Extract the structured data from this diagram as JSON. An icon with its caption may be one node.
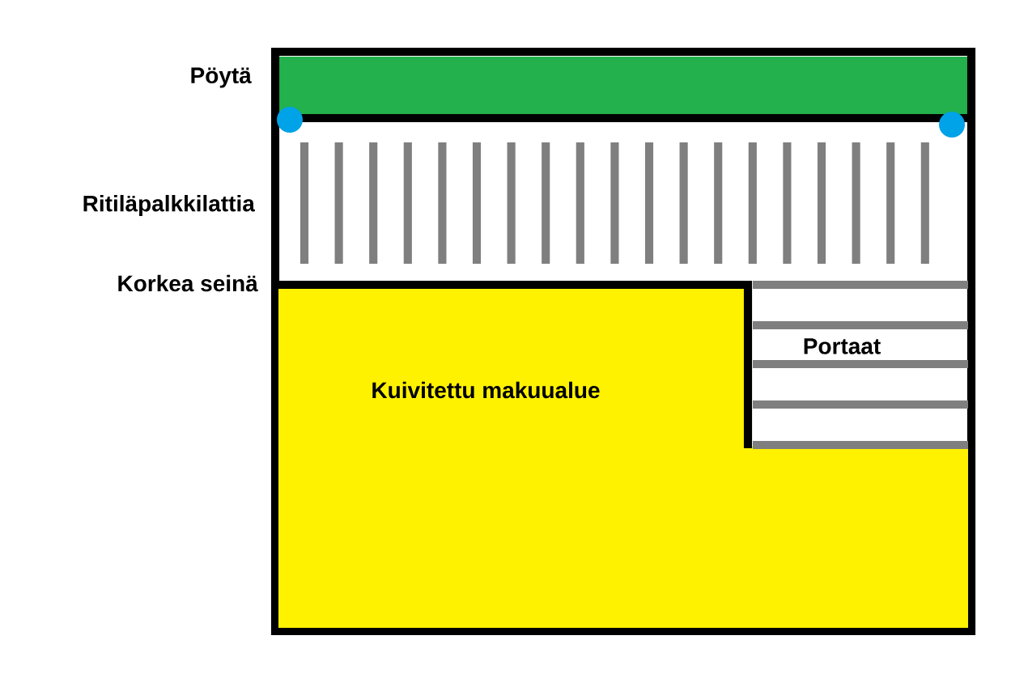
{
  "diagram": {
    "nodes": [
      {
        "text": [
          "Pöytä"
        ]
      },
      {
        "text": [
          "Kuivitettu makuualue"
        ]
      },
      {
        "text": [
          "Portaat"
        ]
      }
    ],
    "labels": [
      "Ritiläpalkkilattia",
      "Korkea seinä"
    ]
  }
}
